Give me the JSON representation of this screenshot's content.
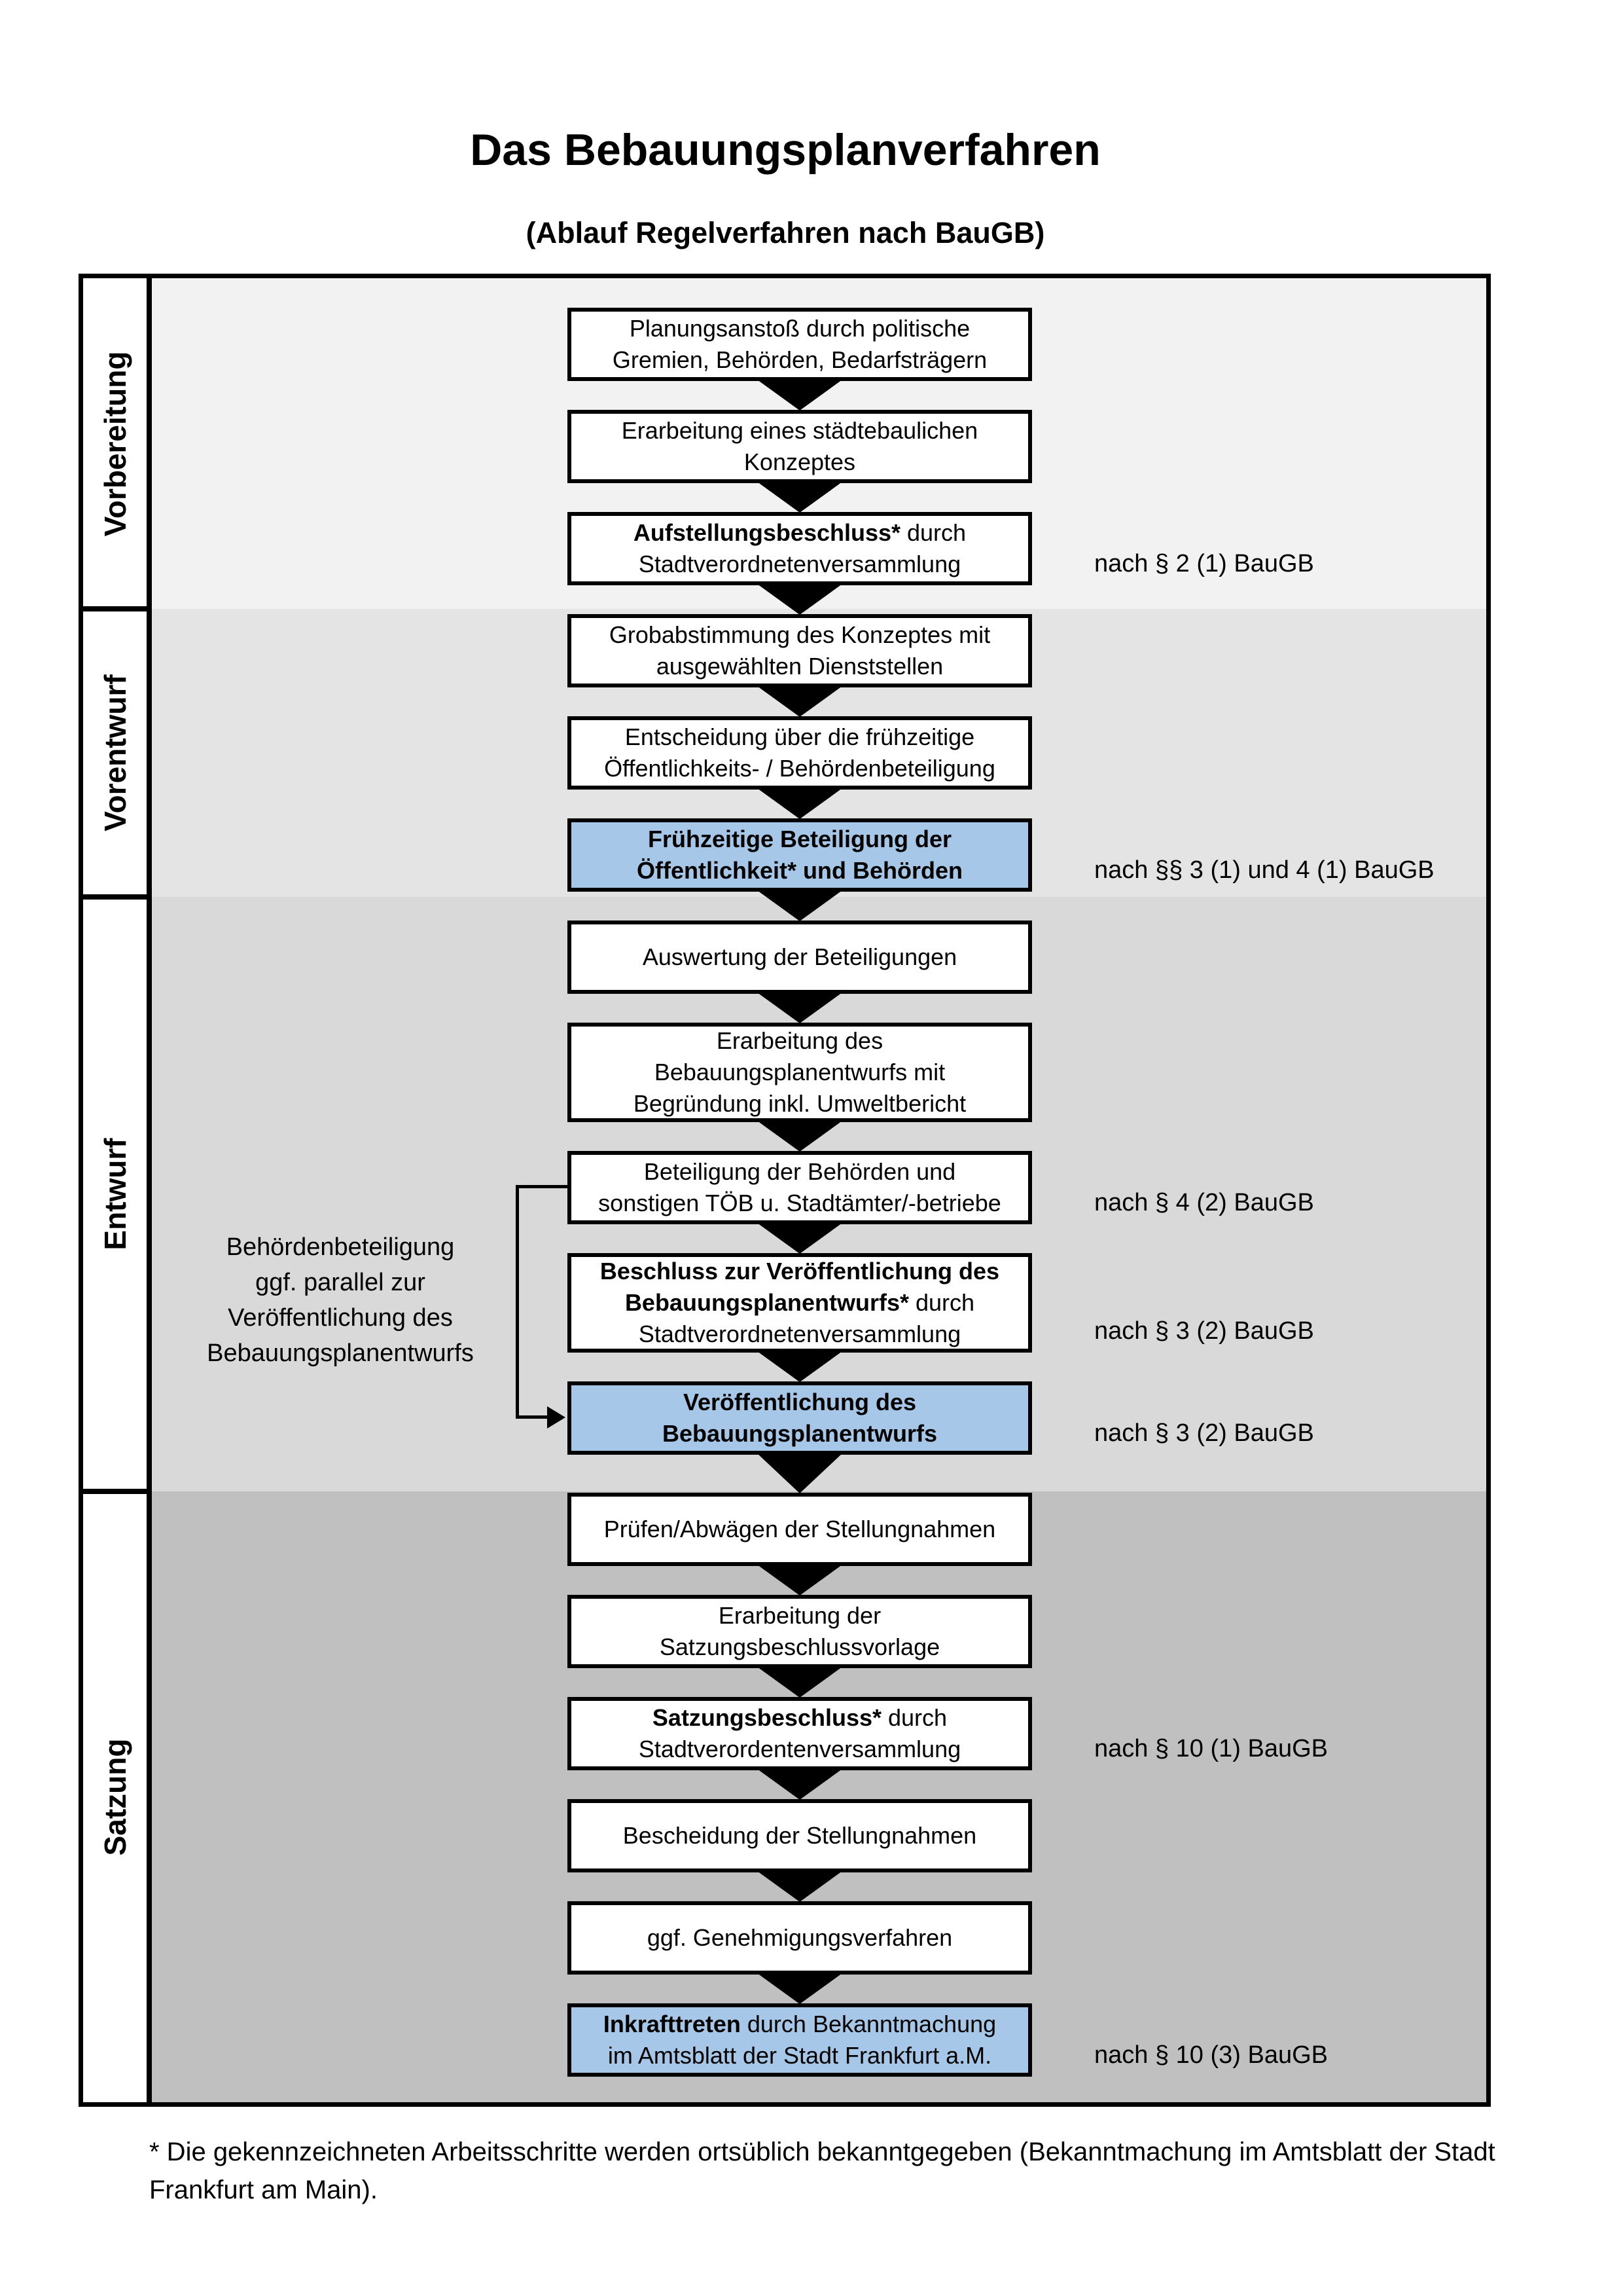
{
  "title": "Das Bebauungsplanverfahren",
  "subtitle": "(Ablauf Regelverfahren nach BauGB)",
  "colors": {
    "highlight_box": "#a6c7e7",
    "box_bg": "#ffffff",
    "border": "#000000",
    "band_vorbereitung": "#f2f2f2",
    "band_vorentwurf": "#e4e4e4",
    "band_entwurf": "#d9d9d9",
    "band_satzung": "#c0c0c0"
  },
  "phases": [
    {
      "id": "vorbereitung",
      "label": "Vorbereitung"
    },
    {
      "id": "vorentwurf",
      "label": "Vorentwurf"
    },
    {
      "id": "entwurf",
      "label": "Entwurf"
    },
    {
      "id": "satzung",
      "label": "Satzung"
    }
  ],
  "steps": [
    {
      "highlight": false,
      "segments": [
        {
          "text": "Planungsanstoß durch politische\nGremien, Behörden, Bedarfsträgern",
          "bold": false
        }
      ]
    },
    {
      "highlight": false,
      "segments": [
        {
          "text": "Erarbeitung eines städtebaulichen\nKonzeptes",
          "bold": false
        }
      ]
    },
    {
      "highlight": false,
      "annotation": "nach § 2 (1) BauGB",
      "segments": [
        {
          "text": "Aufstellungsbeschluss*",
          "bold": true
        },
        {
          "text": " durch\nStadtverordnetenversammlung",
          "bold": false
        }
      ]
    },
    {
      "highlight": false,
      "segments": [
        {
          "text": "Grobabstimmung des Konzeptes mit\nausgewählten Dienststellen",
          "bold": false
        }
      ]
    },
    {
      "highlight": false,
      "segments": [
        {
          "text": "Entscheidung über die frühzeitige\nÖffentlichkeits- / Behördenbeteiligung",
          "bold": false
        }
      ]
    },
    {
      "highlight": true,
      "annotation": "nach §§ 3 (1) und 4 (1) BauGB",
      "segments": [
        {
          "text": "Frühzeitige Beteiligung der\nÖffentlichkeit* und Behörden",
          "bold": true
        }
      ]
    },
    {
      "highlight": false,
      "segments": [
        {
          "text": "Auswertung der Beteiligungen",
          "bold": false
        }
      ]
    },
    {
      "highlight": false,
      "segments": [
        {
          "text": "Erarbeitung des\nBebauungsplanentwurfs mit\nBegründung inkl. Umweltbericht",
          "bold": false
        }
      ]
    },
    {
      "highlight": false,
      "annotation": "nach § 4 (2) BauGB",
      "segments": [
        {
          "text": "Beteiligung der Behörden und\nsonstigen TÖB u. Stadtämter/-betriebe",
          "bold": false
        }
      ]
    },
    {
      "highlight": false,
      "annotation": "nach § 3 (2) BauGB",
      "segments": [
        {
          "text": "Beschluss zur Veröffentlichung des\nBebauungsplanentwurfs*",
          "bold": true
        },
        {
          "text": " durch\nStadtverordnetenversammlung",
          "bold": false
        }
      ]
    },
    {
      "highlight": true,
      "annotation": "nach § 3 (2) BauGB",
      "segments": [
        {
          "text": "Veröffentlichung des\nBebauungsplanentwurfs",
          "bold": true
        }
      ]
    },
    {
      "highlight": false,
      "segments": [
        {
          "text": "Prüfen/Abwägen der Stellungnahmen",
          "bold": false
        }
      ]
    },
    {
      "highlight": false,
      "segments": [
        {
          "text": "Erarbeitung der\nSatzungsbeschlussvorlage",
          "bold": false
        }
      ]
    },
    {
      "highlight": false,
      "annotation": "nach § 10 (1) BauGB",
      "segments": [
        {
          "text": "Satzungsbeschluss*",
          "bold": true
        },
        {
          "text": " durch\nStadtverordentenversammlung",
          "bold": false
        }
      ]
    },
    {
      "highlight": false,
      "segments": [
        {
          "text": "Bescheidung der Stellungnahmen",
          "bold": false
        }
      ]
    },
    {
      "highlight": false,
      "segments": [
        {
          "text": "ggf. Genehmigungsverfahren",
          "bold": false
        }
      ]
    },
    {
      "highlight": true,
      "annotation": "nach § 10 (3) BauGB",
      "segments": [
        {
          "text": "Inkrafttreten",
          "bold": true
        },
        {
          "text": " durch Bekanntmachung\nim Amtsblatt der Stadt Frankfurt a.M.",
          "bold": false
        }
      ]
    }
  ],
  "side_note": "Behördenbeteiligung\nggf. parallel zur\nVeröffentlichung des\nBebauungsplanentwurfs",
  "footnote": "* Die gekennzeichneten Arbeitsschritte werden ortsüblich bekanntgegeben (Bekanntmachung im Amtsblatt  der Stadt\nFrankfurt am Main)."
}
